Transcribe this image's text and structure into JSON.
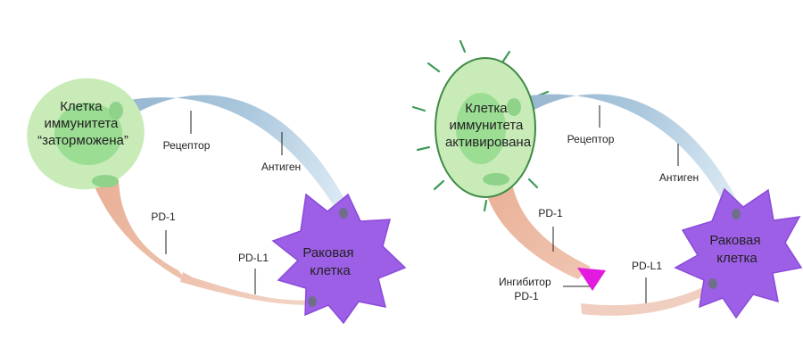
{
  "colors": {
    "immune_fill": "#c5e9b6",
    "immune_nucleus": "#94db8e",
    "immune_border": "#3f8a45",
    "cancer_fill": "#9d5fe6",
    "cancer_border": "#8a4bd9",
    "receptor": "#96b6cf",
    "antigen": "#cde2ef",
    "pd1": "#eeb9a0",
    "pdl1": "#f1cfc0",
    "inhibitor": "#e21ae0",
    "rays": "#3f9a5c"
  },
  "left": {
    "immune_cell": {
      "line1": "Клетка",
      "line2": "иммунитета",
      "line3": "“заторможена”"
    },
    "cancer_cell": {
      "line1": "Раковая",
      "line2": "клетка"
    },
    "receptor_label": "Рецептор",
    "antigen_label": "Антиген",
    "pd1_label": "PD-1",
    "pdl1_label": "PD-L1"
  },
  "right": {
    "immune_cell": {
      "line1": "Клетка",
      "line2": "иммунитета",
      "line3": "активирована"
    },
    "cancer_cell": {
      "line1": "Раковая",
      "line2": "клетка"
    },
    "receptor_label": "Рецептор",
    "antigen_label": "Антиген",
    "pd1_label": "PD-1",
    "pdl1_label": "PD-L1",
    "inhibitor_label": {
      "line1": "Ингибитор",
      "line2": "PD-1"
    }
  }
}
